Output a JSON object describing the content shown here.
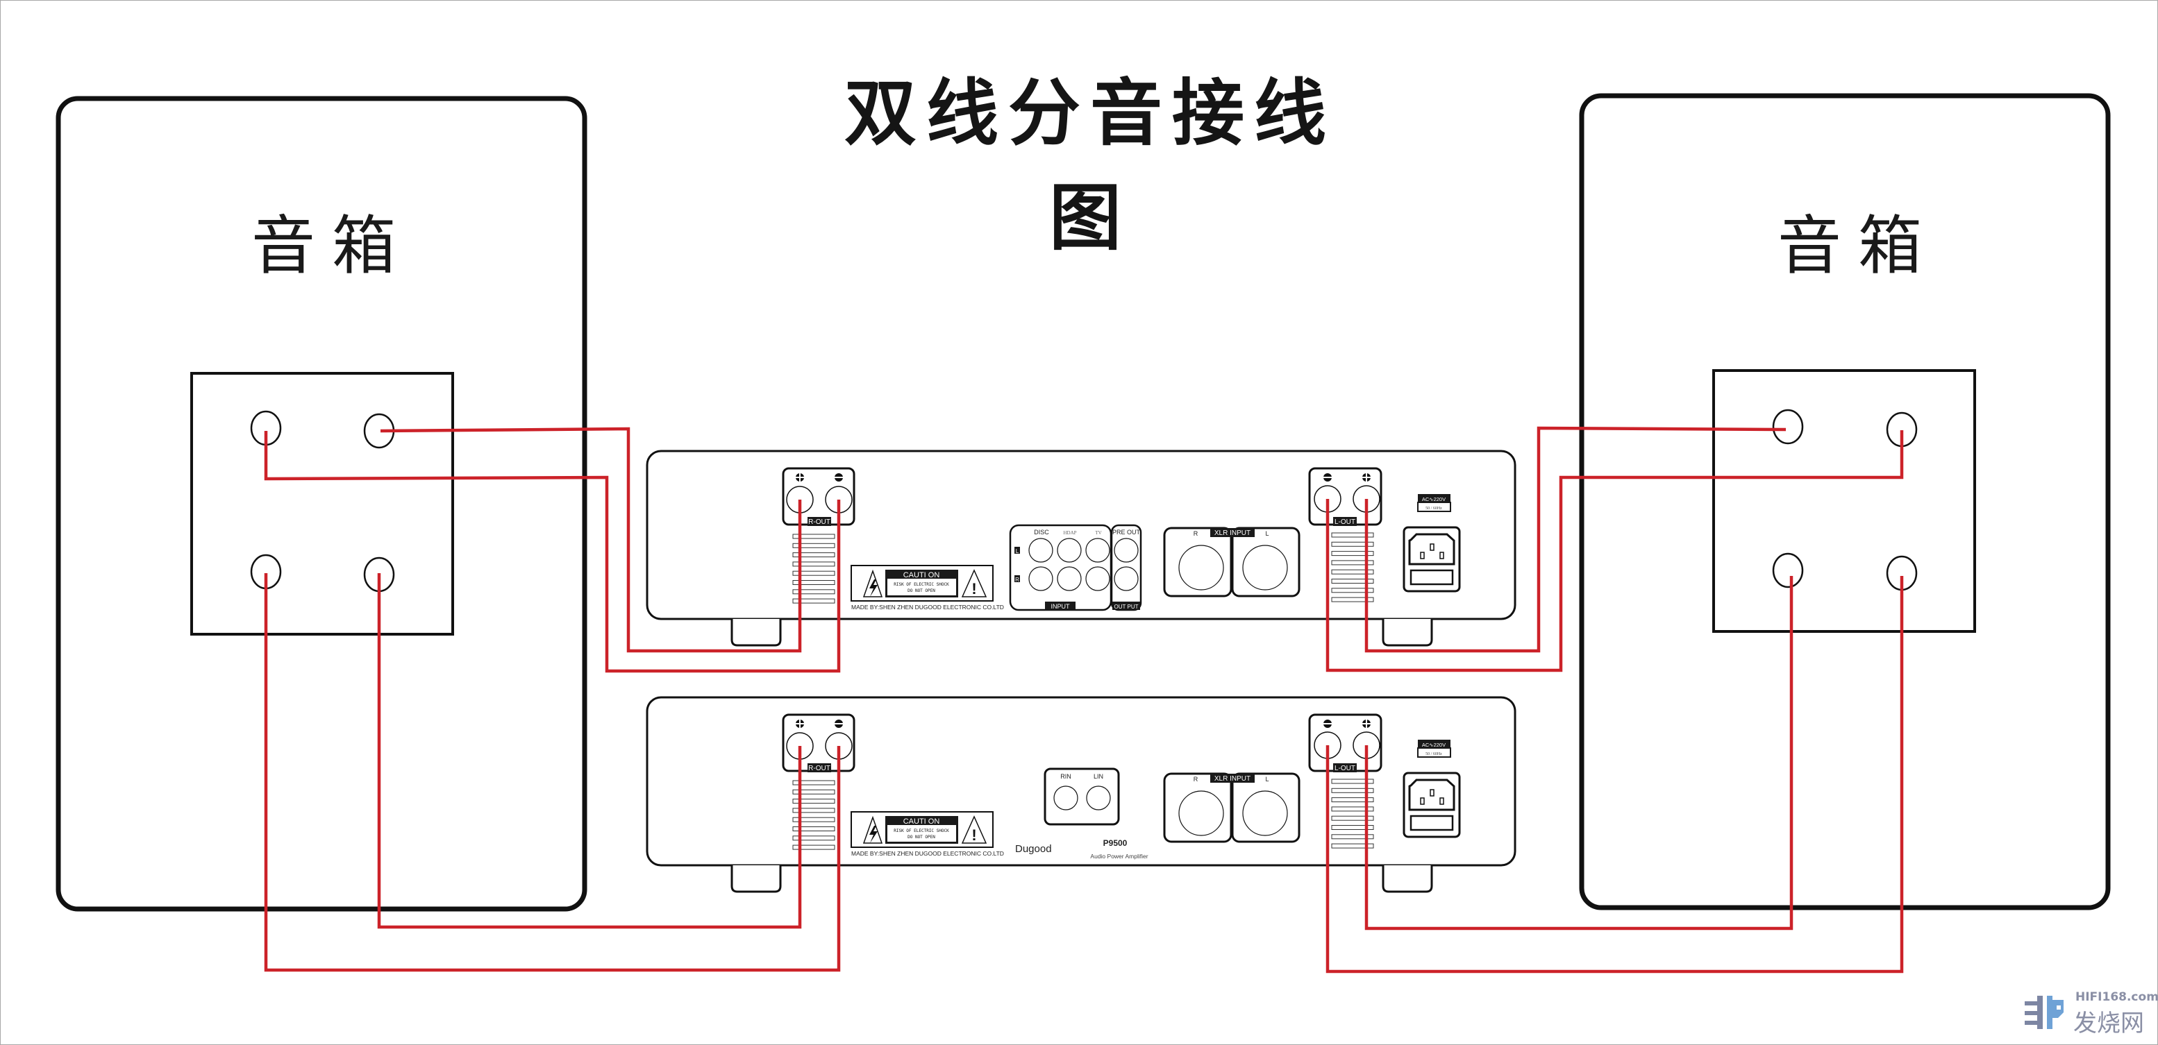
{
  "title": "双线分音接线图",
  "speakers": [
    {
      "side": "left",
      "label": "音箱"
    },
    {
      "side": "right",
      "label": "音箱"
    }
  ],
  "amplifiers": [
    {
      "position": "upper",
      "right_output_label": "R-OUT",
      "left_output_label": "L-OUT",
      "terminal_symbols": {
        "plus": "⊕",
        "minus": "⊖"
      },
      "caution": {
        "heading": "CAUTI ON",
        "line1": "RISK OF ELECTRIC SHOCK",
        "line2": "DO NOT OPEN"
      },
      "maker_line": "MADE BY:SHEN ZHEN DUGOOD ELECTRONIC CO.LTD",
      "rca_panel": {
        "columns": [
          "DISC",
          "HDAP",
          "TV"
        ],
        "rows": [
          "L",
          "R"
        ],
        "input_label": "INPUT",
        "pre_out_label": "PRE OUT",
        "output_label": "OUT PUT"
      },
      "xlr": {
        "title": "XLR INPUT",
        "right": "R",
        "left": "L"
      },
      "power": {
        "voltage": "AC∿220V",
        "frequency": "50 / 60Hz"
      }
    },
    {
      "position": "lower",
      "right_output_label": "R-OUT",
      "left_output_label": "L-OUT",
      "terminal_symbols": {
        "plus": "⊕",
        "minus": "⊖"
      },
      "caution": {
        "heading": "CAUTI ON",
        "line1": "RISK OF ELECTRIC SHOCK",
        "line2": "DO NOT OPEN"
      },
      "maker_line": "MADE BY:SHEN ZHEN DUGOOD ELECTRONIC CO.LTD",
      "rca_inputs": {
        "right": "RIN",
        "left": "LIN"
      },
      "brand": "Dugood",
      "model": "P9500",
      "subtitle": "Audio Power Amplifier",
      "xlr": {
        "title": "XLR INPUT",
        "right": "R",
        "left": "L"
      },
      "power": {
        "voltage": "AC∿220V",
        "frequency": "50 / 60Hz"
      }
    }
  ],
  "wire_color": "#cc2229",
  "watermark": {
    "url": "HIFI168.com",
    "name": "发烧网"
  }
}
